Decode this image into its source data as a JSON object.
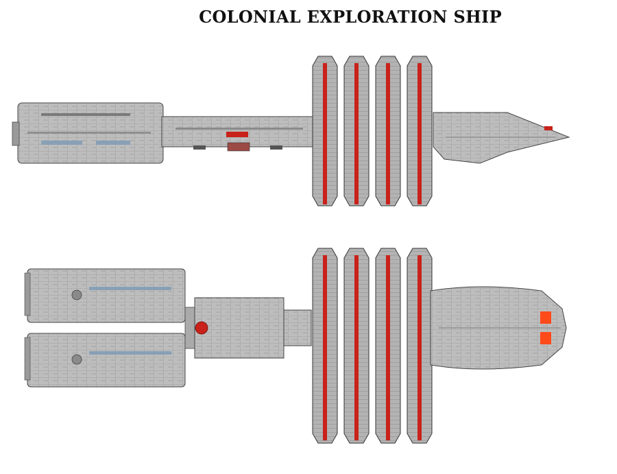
{
  "title": "COLONIAL EXPLORATION SHIP",
  "colors": {
    "hull": "#bdbdbd",
    "hull_dark": "#8e8e8e",
    "panel_line": "#6b6b6b",
    "outline": "#333333",
    "accent_red": "#c8221a",
    "accent_orange": "#ff4a1a",
    "accent_blue": "#7a9ab4"
  },
  "views": [
    "side-view",
    "top-view"
  ]
}
